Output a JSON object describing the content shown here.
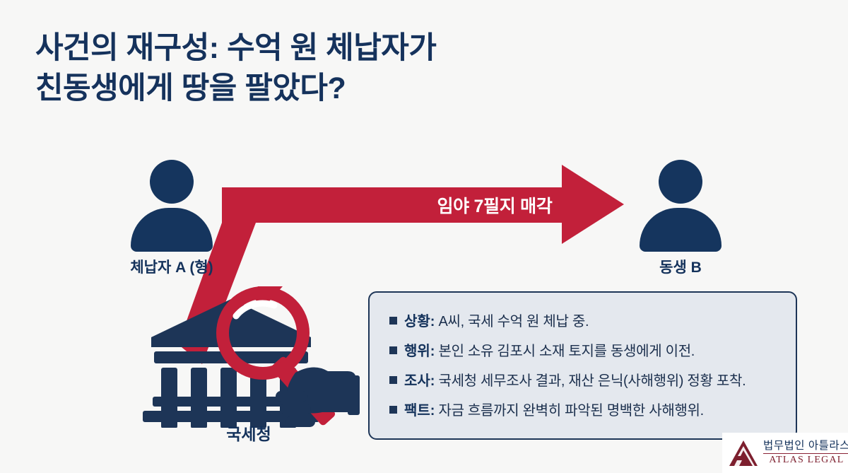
{
  "colors": {
    "background": "#f7f7f6",
    "navy": "#15355e",
    "navy_text": "#14325b",
    "red": "#c2203a",
    "box_fill": "#e4e8ee",
    "box_border": "#1d3557",
    "logo_red": "#7d1f2e"
  },
  "title": "사건의 재구성: 수억 원 체납자가\n친동생에게 땅을 팔았다?",
  "actors": {
    "left": {
      "label": "체납자 A (형)"
    },
    "right": {
      "label": "동생 B"
    }
  },
  "arrow": {
    "label": "임야 7필지 매각"
  },
  "agency": {
    "label": "국세청"
  },
  "info": {
    "bullets": [
      {
        "key": "상황:",
        "value": "A씨, 국세 수억 원 체납 중."
      },
      {
        "key": "행위:",
        "value": "본인 소유 김포시 소재 토지를 동생에게 이전."
      },
      {
        "key": "조사:",
        "value": "국세청 세무조사 결과, 재산 은닉(사해행위) 정황 포착."
      },
      {
        "key": "팩트:",
        "value": "자금 흐름까지 완벽히 파악된 명백한 사해행위."
      }
    ]
  },
  "logo": {
    "korean": "법무법인 아틀라스",
    "english": "ATLAS LEGAL"
  }
}
